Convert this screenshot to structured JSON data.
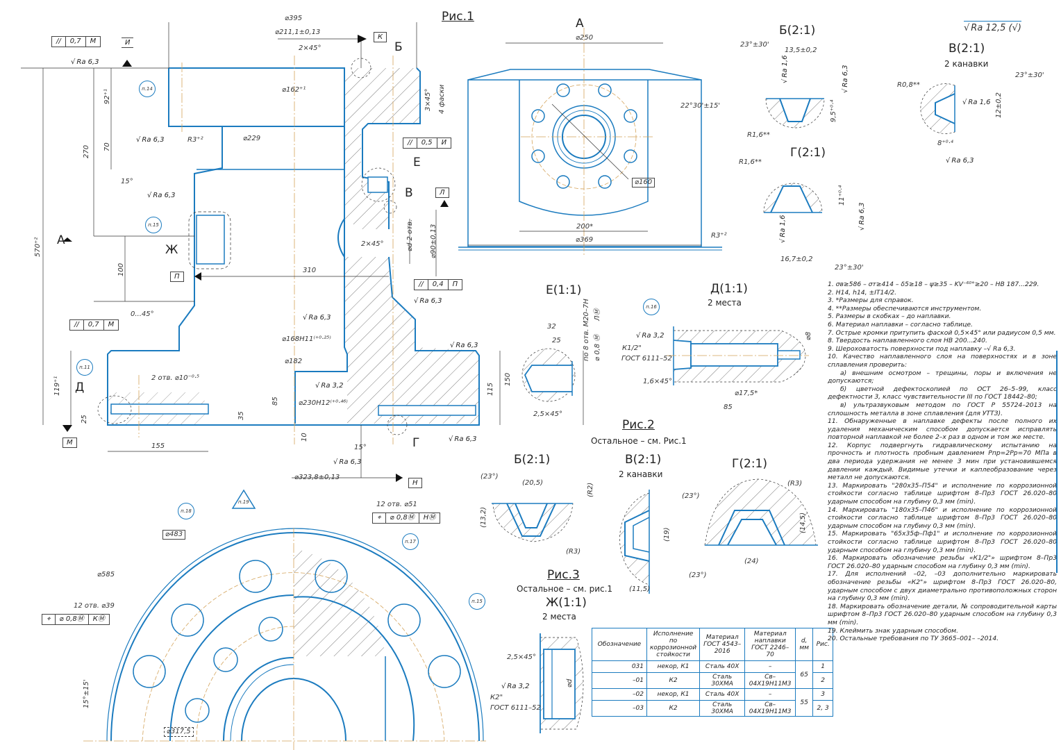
{
  "general_roughness": "Ra 12,5 (√)",
  "figures": {
    "fig1_title": "Рис.1",
    "fig2_title": "Рис.2",
    "fig2_subtitle": "Остальное – см. Рис.1",
    "fig3_title": "Рис.3",
    "fig3_subtitle": "Остальное – см. рис.1"
  },
  "main_section": {
    "view_labels": [
      "А",
      "Б",
      "Е",
      "В",
      "Ж",
      "Д",
      "Г"
    ],
    "datums": [
      "И",
      "К",
      "Л",
      "П",
      "М",
      "Н"
    ],
    "fcf": [
      {
        "sym": "//",
        "tol": "0,7",
        "datum": "М"
      },
      {
        "sym": "//",
        "tol": "0,5",
        "datum": "И"
      },
      {
        "sym": "//",
        "tol": "0,4",
        "datum": "П"
      },
      {
        "sym": "//",
        "tol": "0,7",
        "datum": "М"
      }
    ],
    "dims": {
      "d395": "⌀395",
      "d211": "⌀211,1±0,13",
      "chamfer_2x45_top": "2×45°",
      "d162": "⌀162⁺¹",
      "chamfer_3x45": "3×45°",
      "chamfer_3x45_note": "4 фаски",
      "h92": "92⁺¹",
      "h70": "70",
      "h270": "270",
      "r3": "R3⁺²",
      "d229": "⌀229",
      "a15_top": "15°",
      "h570": "570⁺²",
      "h100": "100",
      "l310": "310",
      "chamfer_2x45_mid": "2×45°",
      "dd_2holes": "⌀d 2 отв.",
      "d90": "⌀90±0,13",
      "a045": "0...45°",
      "d168": "⌀168H11⁽⁺⁰·²⁵⁾",
      "d182": "⌀182",
      "h119": "119⁺¹",
      "holes_d10": "2 отв. ⌀10⁻⁰·⁵",
      "h25": "25",
      "l155": "155",
      "h35": "35",
      "h85": "85",
      "d230": "⌀230H12⁽⁺⁰·⁴⁶⁾",
      "h10": "10",
      "a15_bot": "15°",
      "d323": "⌀323,8±0,13",
      "h115": "115",
      "h150": "150"
    },
    "roughness": [
      "Ra 6,3",
      "Ra 6,3",
      "Ra 6,3",
      "Ra 6,3",
      "Ra 6,3",
      "Ra 6,3",
      "Ra 6,3",
      "Ra 6,3",
      "Ra 3,2"
    ],
    "bubbles": [
      "п.14",
      "п.15",
      "п.11"
    ]
  },
  "view_a": {
    "title": "А",
    "d250": "⌀250",
    "angle": "22°30'±15'",
    "d160": "⌀160",
    "w200": "200*",
    "d369": "⌀369",
    "r3": "R3⁺²"
  },
  "detail_b_fig1": {
    "title": "Б(2:1)",
    "angle": "23°±30'",
    "width": "13,5±0,2",
    "ra16": "Ra 1,6",
    "ra63": "Ra 6,3",
    "depth": "9,5⁺⁰·⁴",
    "radius": "R1,6**"
  },
  "detail_g_fig1": {
    "title": "Г(2:1)",
    "radius": "R1,6**",
    "depth": "11⁺⁰·⁴",
    "ra63": "Ra 6,3",
    "ra16": "Ra 1,6",
    "width": "16,7±0,2",
    "angle": "23°±30'"
  },
  "detail_v_fig1": {
    "title": "В(2:1)",
    "subtitle": "2 канавки",
    "radius": "R0,8**",
    "angle": "23°±30'",
    "ra16": "Ra 1,6",
    "width": "12±0,2",
    "depth": "8⁺⁰·⁴",
    "ra63": "Ra 6,3"
  },
  "detail_e": {
    "title": "Е(1:1)",
    "thread": "по 8 отв. М20–7Н",
    "tol": "⌀ 0,8 Ⓜ",
    "datum": "ЛⓂ",
    "l32": "32",
    "l25": "25",
    "chamfer": "2,5×45°"
  },
  "detail_d": {
    "title": "Д(1:1)",
    "subtitle": "2 места",
    "bubble": "п.16",
    "ra32": "Ra 3,2",
    "thread": "К1/2\"",
    "gost": "ГОСТ 6111–52",
    "chamfer": "1,6×45°",
    "d175": "⌀17,5*",
    "l85": "85",
    "d8": "⌀8"
  },
  "fig3_details": {
    "b": {
      "title": "Б(2:1)",
      "angle": "(23°)",
      "width": "(20,5)",
      "height": "(13,2)",
      "radius": "(R3)"
    },
    "v": {
      "title": "В(2:1)",
      "subtitle": "2 канавки",
      "radius": "(R2)",
      "angle": "(23°)",
      "height": "(19)",
      "width": "(11,5)"
    },
    "g": {
      "title": "Г(2:1)",
      "radius": "(R3)",
      "height": "(14,5)",
      "width": "(24)",
      "angle": "(23°)"
    }
  },
  "detail_zh": {
    "title": "Ж(1:1)",
    "subtitle": "2 места",
    "chamfer": "2,5×45°",
    "ra32": "Ra 3,2",
    "thread": "К2\"",
    "gost": "ГОСТ 6111–52",
    "dd": "⌀d"
  },
  "flange_view": {
    "bubble_18": "п.18",
    "bubble_19": "п.19",
    "bubble_17": "п.17",
    "bubble_15": "п.15",
    "d483": "⌀483",
    "d585": "⌀585",
    "holes_51": "12 отв. ⌀51",
    "fcf_51": {
      "sym": "⌖",
      "tol": "⌀ 0,8Ⓜ",
      "datum": "НⓂ"
    },
    "holes_39": "12 отв. ⌀39",
    "fcf_39": {
      "sym": "⌖",
      "tol": "⌀ 0,8Ⓜ",
      "datum": "КⓂ"
    },
    "angle": "15°±15'",
    "d3175": "⌀317,5"
  },
  "material_table": {
    "headers": [
      "Обозначение",
      "Исполнение по коррозионной стойкости",
      "Материал ГОСТ 4543–2016",
      "Материал наплавки ГОСТ 2246–70",
      "d, мм",
      "Рис."
    ],
    "rows": [
      {
        "designation": "031",
        "execution": "некор, К1",
        "material": "Сталь 40Х",
        "overlay": "–",
        "d": "65",
        "fig": "1"
      },
      {
        "designation": "–01",
        "execution": "К2",
        "material": "Сталь 30ХМА",
        "overlay": "Св–04Х19Н11М3",
        "d": "",
        "fig": "2"
      },
      {
        "designation": "–02",
        "execution": "некор, К1",
        "material": "Сталь 40Х",
        "overlay": "–",
        "d": "55",
        "fig": "3"
      },
      {
        "designation": "–03",
        "execution": "К2",
        "material": "Сталь 30ХМА",
        "overlay": "Св–04Х19Н11М3",
        "d": "",
        "fig": "2, 3"
      }
    ]
  },
  "notes": [
    "1. σв≥586 – σт≥414 – δ5≥18 – ψ≥35 – KV⁻⁶⁰°≥20 – НВ 187...229.",
    "2. H14, h14, ±IT14/2.",
    "3. *Размеры для справок.",
    "4. **Размеры обеспечиваются инструментом.",
    "5. Размеры в скобках – до наплавки.",
    "6. Материал наплавки – согласно таблице.",
    "7. Острые кромки притупить фаской 0,5×45° или радиусом 0,5 мм.",
    "8. Твердость наплавленного слоя НВ 200...240.",
    "9. Шероховатость поверхности под наплавку –√ Ra 6,3.",
    "10. Качество наплавленного слоя на поверхностях и в зоне сплавления проверить:",
    "а) внешним осмотром – трещины, поры и включения не допускаются;",
    "б) цветной дефектоскопией по ОСТ 26–5–99, класс дефектности 3, класс чувствительности III по ГОСТ 18442–80;",
    "в) ультразвуковым методом по ГОСТ Р 55724–2013 на сплошность металла в зоне сплавления (для УТТЗ).",
    "11. Обнаруженные в наплавке дефекты после полного их удаления механическим способом допускается исправлять повторной наплавкой не более 2–х раз в одном и том же месте.",
    "12. Корпус подвергнуть гидравлическому испытанию на прочность и плотность пробным давлением Pпр=2Pр=70 МПа в два периода удержания не менее 3 мин при установившемся давлении каждый. Видимые утечки и каплеобразование через металл не допускаются.",
    "13. Маркировать \"280х35–П54\" и исполнение по коррозионной стойкости согласно таблице шрифтом 8–Пр3 ГОСТ 26.020–80 ударным способом на глубину 0,3 мм (min).",
    "14. Маркировать \"180х35–П46\" и исполнение по коррозионной стойкости согласно таблице шрифтом 8–Пр3 ГОСТ 26.020–80 ударным способом на глубину 0,3 мм (min).",
    "15. Маркировать \"65х35ф–Пф1\" и исполнение по коррозионной стойкости согласно таблице шрифтом 8–Пр3 ГОСТ 26.020–80 ударным способом на глубину 0,3 мм (min).",
    "16. Маркировать обозначение резьбы «К1/2\"» шрифтом 8–Пр3 ГОСТ 26.020–80 ударным способом на глубину 0,3 мм (min).",
    "17. Для исполнений –02, –03 дополнительно маркировать обозначение резьбы «К2\"» шрифтом 8–Пр3 ГОСТ 26.020–80, ударным способом с двух диаметрально противоположных сторон на глубину 0,3 мм (min).",
    "18. Маркировать обозначение детали, № сопроводительной карты шрифтом 8–Пр3 ГОСТ 26.020–80 ударным способом на глубину 0,3 мм (min).",
    "19. Клеймить знак        ударным способом.",
    "20. Остальные требования по ТУ 3665–001–              –2014."
  ],
  "colors": {
    "outline": "#1b7bbf",
    "centerline": "#d4a35a",
    "dim": "#333333",
    "hatch": "#555555"
  }
}
